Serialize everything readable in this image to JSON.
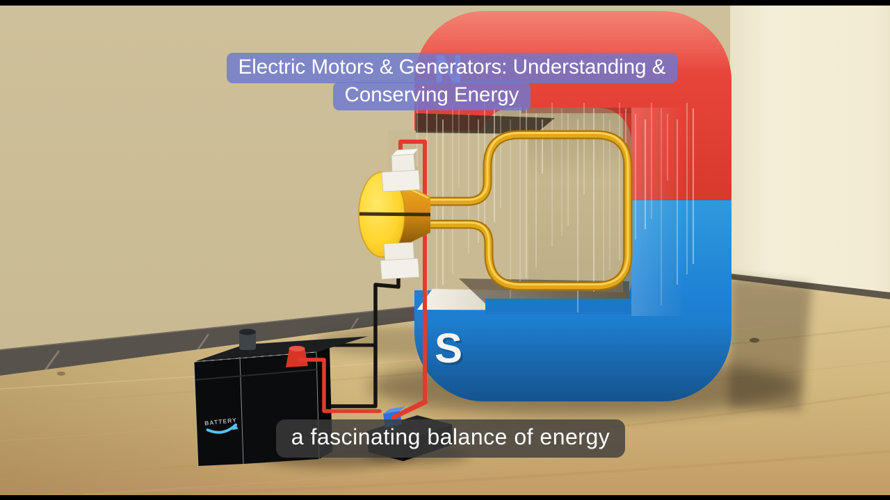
{
  "video": {
    "title_line1": "Electric Motors & Generators: Understanding &",
    "title_line2": "Conserving Energy",
    "caption": "a fascinating balance of energy"
  },
  "labels": {
    "north_pole": "N",
    "south_pole": "S",
    "battery": "BATTERY"
  },
  "scene": {
    "field_lines": {
      "count": 34,
      "color": "#f2eedf"
    }
  },
  "colors": {
    "magnet-red": "#e8453a",
    "magnet-red-light": "#f06452",
    "magnet-blue": "#1f82d4",
    "magnet-blue-light": "#2f9ade",
    "coil-gold": "#e2a819",
    "coil-gold-dark": "#a8740a",
    "coil-gold-light": "#ffd75e",
    "commutator-yellow": "#ffd52e",
    "wire-red": "#e23b2e",
    "wire-black": "#171513",
    "brush-white": "#f0ede4",
    "wall-left": "#c9ba93",
    "wall-right": "#f4eed8",
    "floor-mid": "#d2b87e",
    "baseboard": "#57524b",
    "battery-black": "#0b0c0e",
    "swoosh-blue": "#56c1ec",
    "n-letter": "#a9bde9",
    "s-letter": "#f4f4f2",
    "title-bg": "rgba(108,121,210,0.82)",
    "caption-bg": "rgba(60,60,60,0.80)",
    "letterbox": "#000000"
  }
}
